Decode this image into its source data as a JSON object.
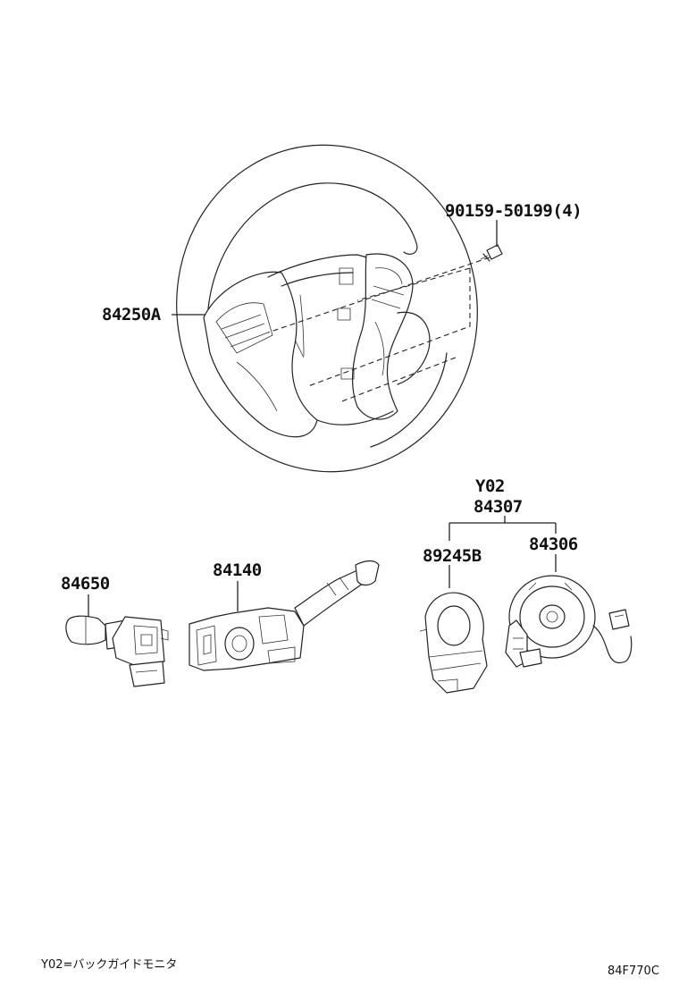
{
  "labels": {
    "bolt": "90159-50199(4)",
    "steering_pad": "84250A",
    "y02": "Y02",
    "assy": "84307",
    "sensor": "89245B",
    "spiral_cable": "84306",
    "wiper_switch": "84650",
    "turn_switch": "84140"
  },
  "footer": {
    "note": "Y02=バックガイドモニタ",
    "diagram_code": "84F770C"
  }
}
